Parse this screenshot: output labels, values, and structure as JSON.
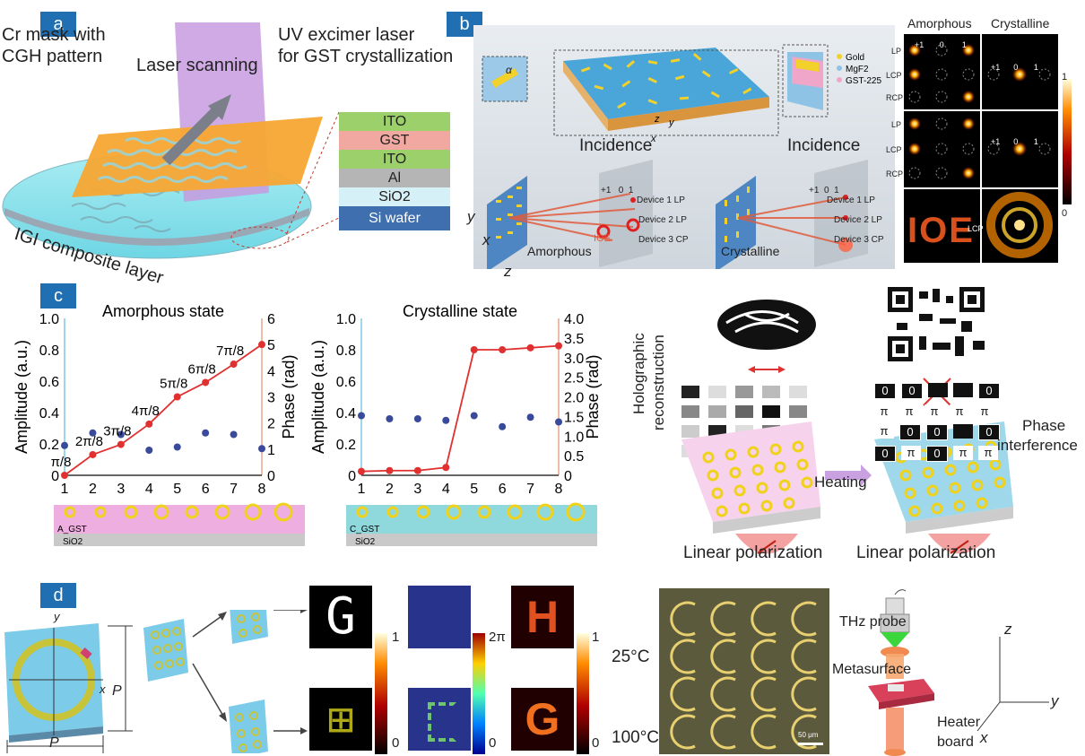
{
  "panels": {
    "a": "a",
    "b": "b",
    "c": "c",
    "d": "d"
  },
  "a": {
    "mask_label_1": "Cr mask with",
    "mask_label_2": "CGH pattern",
    "scan_label": "Laser scanning",
    "uv_label_1": "UV excimer laser",
    "uv_label_2": "for GST crystallization",
    "composite_label": "IGI composite layer",
    "stack": [
      {
        "text": "ITO",
        "color": "#9bd06b"
      },
      {
        "text": "GST",
        "color": "#f0a8a0"
      },
      {
        "text": "ITO",
        "color": "#9bd06b"
      },
      {
        "text": "Al",
        "color": "#b5b5b5"
      },
      {
        "text": "SiO2",
        "color": "#d6f0f7"
      },
      {
        "text": "Si wafer",
        "color": "#3f6fae"
      }
    ]
  },
  "b": {
    "alpha": "α",
    "legend": [
      "Gold",
      "MgF2",
      "GST-225"
    ],
    "legend_colors": [
      "#f2d12a",
      "#8ec3e6",
      "#f0a6c8"
    ],
    "axis_z": "z",
    "axis_y": "y",
    "axis_x": "x",
    "incidence_left": "Incidence",
    "incidence_right": "Incidence",
    "orders": [
      "+1",
      "0",
      "1"
    ],
    "device1": "Device 1 LP",
    "device2": "Device 2 LP",
    "device3": "Device 3 CP",
    "ioe_small": "IOE",
    "state_left": "Amorphous",
    "state_right": "Crystalline",
    "big_y": "y",
    "big_x": "x",
    "big_z": "z",
    "grid_title_left": "Amorphous",
    "grid_title_right": "Crystalline",
    "row_labels": [
      "LP",
      "LCP",
      "RCP",
      "LP",
      "LCP",
      "RCP",
      "LCP"
    ],
    "grid_orders": [
      "+1",
      "0",
      "1"
    ],
    "colorbar_max": "1",
    "colorbar_min": "0",
    "ioe_text": "IOE"
  },
  "c": {
    "left_chart": {
      "title": "Amorphous state",
      "ylabel": "Amplitude (a.u.)",
      "ylabel_right": "Phase (rad)",
      "x": [
        1,
        2,
        3,
        4,
        5,
        6,
        7,
        8
      ],
      "yticks": [
        "0",
        "0.2",
        "0.4",
        "0.6",
        "0.8",
        "1.0"
      ],
      "y2ticks": [
        "0",
        "1",
        "2",
        "3",
        "4",
        "5",
        "6"
      ],
      "amplitude": [
        0.19,
        0.27,
        0.26,
        0.16,
        0.18,
        0.27,
        0.26,
        0.17
      ],
      "phase": [
        0.0,
        0.79,
        1.18,
        1.96,
        3.0,
        3.55,
        4.25,
        5.0
      ],
      "phase_labels": [
        "π/8",
        "2π/8",
        "3π/8",
        "4π/8",
        "5π/8",
        "6π/8",
        "7π/8"
      ],
      "substrate_top": "A_GST",
      "substrate_bottom": "SiO2"
    },
    "right_chart": {
      "title": "Crystalline state",
      "ylabel": "Amplitude (a.u.)",
      "ylabel_right": "Phase (rad)",
      "x": [
        1,
        2,
        3,
        4,
        5,
        6,
        7,
        8
      ],
      "yticks": [
        "0",
        "0.2",
        "0.4",
        "0.6",
        "0.8",
        "1.0"
      ],
      "y2ticks": [
        "0",
        "0.5",
        "1.0",
        "1.5",
        "2.0",
        "2.5",
        "3.0",
        "3.5",
        "4.0"
      ],
      "amplitude": [
        0.38,
        0.36,
        0.36,
        0.35,
        0.38,
        0.31,
        0.37,
        0.34
      ],
      "phase": [
        0.1,
        0.12,
        0.12,
        0.2,
        3.2,
        3.2,
        3.25,
        3.3
      ],
      "substrate_top": "C_GST",
      "substrate_bottom": "SiO2"
    },
    "holo_label_1": "Holographic",
    "holo_label_2": "reconstruction",
    "heating": "Heating",
    "phase_interference_1": "Phase",
    "phase_interference_2": "interference",
    "lin_pol_left": "Linear polarization",
    "lin_pol_right": "Linear polarization",
    "phase_grid": [
      [
        "0",
        "0",
        "",
        "",
        "0"
      ],
      [
        "π",
        "π",
        "π",
        "π",
        "π"
      ],
      [
        "π",
        "0",
        "0",
        "",
        "0"
      ],
      [
        "0",
        "π",
        "0",
        "π",
        "π"
      ]
    ]
  },
  "d": {
    "y": "y",
    "x": "x",
    "P_right": "P",
    "P_bottom": "P",
    "letter_G": "G",
    "cb1_max": "1",
    "cb1_min": "0",
    "cb2_max": "2π",
    "cb2_min": "0",
    "cb3_max": "1",
    "cb3_min": "0",
    "letter_H": "H",
    "letter_G2": "G",
    "temp_top": "25°C",
    "temp_bottom": "100°C",
    "scale_bar": "50 μm",
    "thz_probe": "THz probe",
    "metasurface": "Metasurface",
    "heater_1": "Heater",
    "heater_2": "board",
    "axis_z": "z",
    "axis_y": "y",
    "axis_x": "x"
  }
}
